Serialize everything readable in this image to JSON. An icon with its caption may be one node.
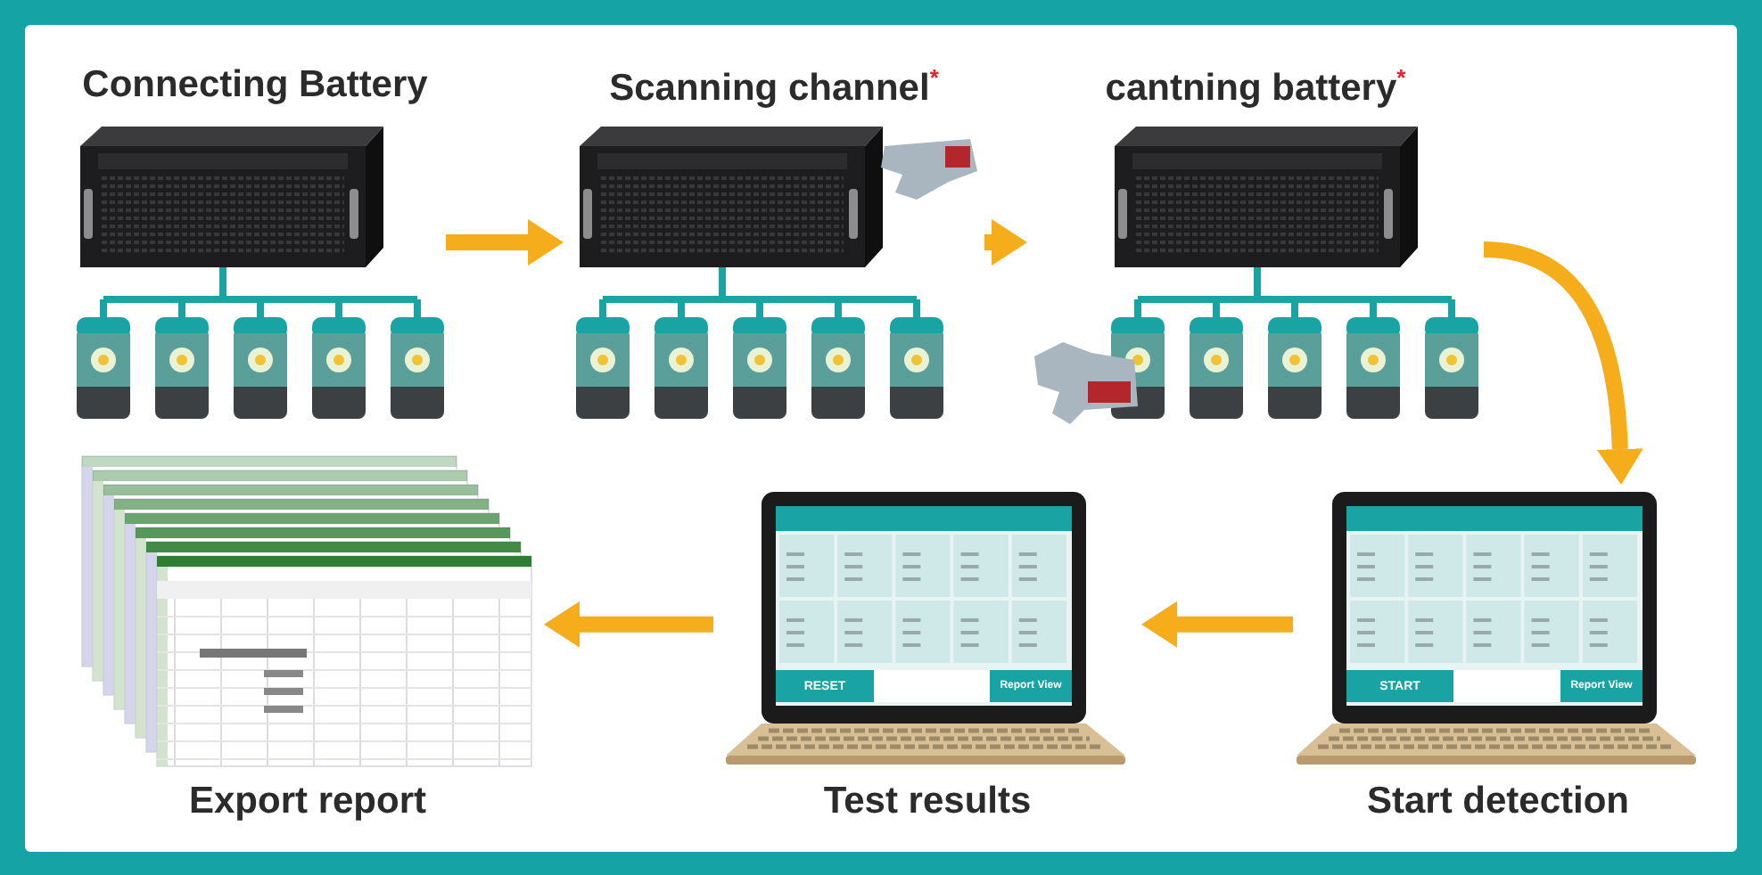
{
  "diagram": {
    "nodes": [
      {
        "text": [
          "Connecting Battery"
        ]
      },
      {
        "text": [
          "Scanning channel$^{*}$"
        ]
      },
      {
        "text": [
          "cantning battery$^{*}$"
        ]
      },
      {
        "text": [
          "Export report"
        ]
      },
      {
        "text": [
          "Test results"
        ]
      },
      {
        "text": [
          "Start detection"
        ]
      }
    ],
    "edges": [
      {
        "from": 0,
        "to": 1,
        "arrow": "to"
      },
      {
        "from": 1,
        "to": 2,
        "arrow": "to"
      },
      {
        "from": 2,
        "to": 5,
        "arrow": "to"
      },
      {
        "from": 5,
        "to": 4,
        "arrow": "to"
      },
      {
        "from": 4,
        "to": 3,
        "arrow": "to"
      }
    ],
    "labels": [
      "RESET",
      "Report View",
      "START",
      "Report View"
    ]
  }
}
